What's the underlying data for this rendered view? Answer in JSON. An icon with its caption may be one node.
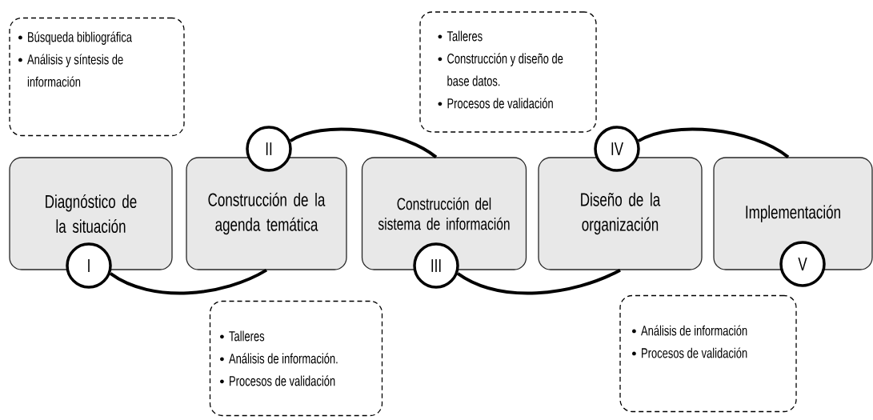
{
  "diagram": {
    "nodes": [
      {
        "text": [
          "Diagnóstico de la situación"
        ]
      },
      {
        "text": [
          "Construcción de la agenda temática"
        ]
      },
      {
        "text": [
          "Construcción del sistema de información"
        ]
      },
      {
        "text": [
          "Diseño de la organización"
        ]
      },
      {
        "text": [
          "Implementación"
        ]
      },
      {
        "text": [
          "I"
        ]
      },
      {
        "text": [
          "II"
        ]
      },
      {
        "text": [
          "III"
        ]
      },
      {
        "text": [
          "IV"
        ]
      },
      {
        "text": [
          "V"
        ]
      },
      {
        "text": [
          "Búsqueda bibliográfica",
          "Análisis y síntesis de información"
        ]
      },
      {
        "text": [
          "Talleres",
          "Análisis de información.",
          "Procesos de validación"
        ]
      },
      {
        "text": [
          "Talleres",
          "Construcción y diseño de base datos.",
          "Procesos de validación"
        ]
      },
      {
        "text": [
          "Análisis de información",
          "Procesos de validación"
        ]
      }
    ],
    "edges": [
      {
        "from": 5,
        "to": 1,
        "arrow": "none"
      },
      {
        "from": 6,
        "to": 2,
        "arrow": "none"
      },
      {
        "from": 7,
        "to": 3,
        "arrow": "none"
      },
      {
        "from": 8,
        "to": 4,
        "arrow": "none"
      }
    ]
  }
}
